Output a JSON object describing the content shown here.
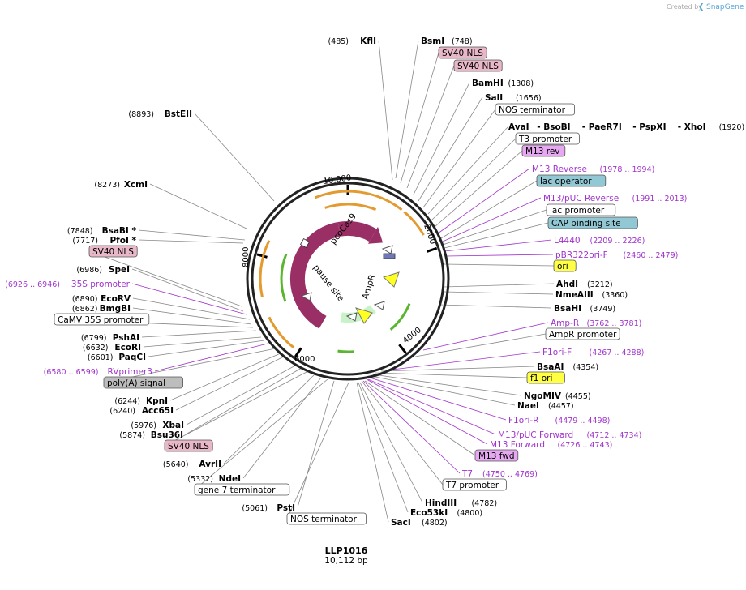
{
  "credit": {
    "prefix": "Created by",
    "brand": "SnapGene"
  },
  "map": {
    "name": "LLP1016",
    "length_label": "10,112 bp"
  },
  "ring_ticks": [
    "10,000",
    "2000",
    "4000",
    "6000",
    "8000"
  ],
  "inner_features": [
    "pcoCas9",
    "pause site",
    "AmpR"
  ],
  "labels": [
    {
      "kind": "enzyme",
      "name": "KflI",
      "pos": "(485)",
      "side": "left"
    },
    {
      "kind": "enzyme",
      "name": "BsmI",
      "pos": "(748)",
      "side": "right"
    },
    {
      "kind": "feature",
      "name": "SV40 NLS",
      "color": "#e8b7c8"
    },
    {
      "kind": "feature",
      "name": "SV40 NLS",
      "color": "#e8b7c8"
    },
    {
      "kind": "enzyme",
      "name": "BamHI",
      "pos": "(1308)",
      "side": "right"
    },
    {
      "kind": "enzyme",
      "name": "SalI",
      "pos": "(1656)",
      "side": "right"
    },
    {
      "kind": "feature",
      "name": "NOS terminator",
      "color": "#ffffff"
    },
    {
      "kind": "enzyme_group",
      "names": [
        "AvaI",
        "- BsoBI",
        "- PaeR7I",
        "- PspXI",
        "- XhoI"
      ],
      "pos": "(1920)"
    },
    {
      "kind": "feature",
      "name": "T3 promoter",
      "color": "#ffffff"
    },
    {
      "kind": "feature",
      "name": "M13 rev",
      "color": "#e6a8f0"
    },
    {
      "kind": "primer",
      "name": "M13 Reverse",
      "pos": "(1978 .. 1994)"
    },
    {
      "kind": "feature",
      "name": "lac operator",
      "color": "#92c8d4"
    },
    {
      "kind": "primer",
      "name": "M13/pUC Reverse",
      "pos": "(1991 .. 2013)"
    },
    {
      "kind": "feature",
      "name": "lac promoter",
      "color": "#ffffff"
    },
    {
      "kind": "feature",
      "name": "CAP binding site",
      "color": "#92c8d4"
    },
    {
      "kind": "primer",
      "name": "L4440",
      "pos": "(2209 .. 2226)"
    },
    {
      "kind": "primer",
      "name": "pBR322ori-F",
      "pos": "(2460 .. 2479)"
    },
    {
      "kind": "feature",
      "name": "ori",
      "color": "#ffff44"
    },
    {
      "kind": "enzyme",
      "name": "AhdI",
      "pos": "(3212)",
      "side": "right"
    },
    {
      "kind": "enzyme",
      "name": "NmeAIII",
      "pos": "(3360)",
      "side": "right"
    },
    {
      "kind": "enzyme",
      "name": "BsaHI",
      "pos": "(3749)",
      "side": "right"
    },
    {
      "kind": "primer",
      "name": "Amp-R",
      "pos": "(3762 .. 3781)"
    },
    {
      "kind": "feature",
      "name": "AmpR promoter",
      "color": "#ffffff"
    },
    {
      "kind": "primer",
      "name": "F1ori-F",
      "pos": "(4267 .. 4288)"
    },
    {
      "kind": "enzyme",
      "name": "BsaAI",
      "pos": "(4354)",
      "side": "right"
    },
    {
      "kind": "feature",
      "name": "f1 ori",
      "color": "#ffff44"
    },
    {
      "kind": "enzyme",
      "name": "NgoMIV",
      "pos": "(4455)",
      "side": "right"
    },
    {
      "kind": "enzyme",
      "name": "NaeI",
      "pos": "(4457)",
      "side": "right"
    },
    {
      "kind": "primer",
      "name": "F1ori-R",
      "pos": "(4479 .. 4498)"
    },
    {
      "kind": "primer",
      "name": "M13/pUC Forward",
      "pos": "(4712 .. 4734)"
    },
    {
      "kind": "primer",
      "name": "M13 Forward",
      "pos": "(4726 .. 4743)"
    },
    {
      "kind": "feature",
      "name": "M13 fwd",
      "color": "#e6a8f0"
    },
    {
      "kind": "primer",
      "name": "T7",
      "pos": "(4750 .. 4769)"
    },
    {
      "kind": "feature",
      "name": "T7 promoter",
      "color": "#ffffff"
    },
    {
      "kind": "enzyme",
      "name": "HindIII",
      "pos": "(4782)",
      "side": "right"
    },
    {
      "kind": "enzyme",
      "name": "Eco53kI",
      "pos": "(4800)",
      "side": "right"
    },
    {
      "kind": "enzyme",
      "name": "SacI",
      "pos": "(4802)",
      "side": "right"
    },
    {
      "kind": "feature",
      "name": "NOS terminator",
      "color": "#ffffff"
    },
    {
      "kind": "enzyme",
      "name": "PstI",
      "pos": "(5061)",
      "side": "left"
    },
    {
      "kind": "feature",
      "name": "gene 7 terminator",
      "color": "#ffffff"
    },
    {
      "kind": "enzyme",
      "name": "NdeI",
      "pos": "(5332)",
      "side": "left"
    },
    {
      "kind": "enzyme",
      "name": "AvrII",
      "pos": "(5640)",
      "side": "left"
    },
    {
      "kind": "feature",
      "name": "SV40 NLS",
      "color": "#e8b7c8"
    },
    {
      "kind": "enzyme",
      "name": "Bsu36I",
      "pos": "(5874)",
      "side": "left"
    },
    {
      "kind": "enzyme",
      "name": "XbaI",
      "pos": "(5976)",
      "side": "left"
    },
    {
      "kind": "enzyme",
      "name": "Acc65I",
      "pos": "(6240)",
      "side": "left"
    },
    {
      "kind": "enzyme",
      "name": "KpnI",
      "pos": "(6244)",
      "side": "left"
    },
    {
      "kind": "feature",
      "name": "poly(A) signal",
      "color": "#bdbdbd"
    },
    {
      "kind": "primer",
      "name": "RVprimer3",
      "pos": "(6580 .. 6599)"
    },
    {
      "kind": "enzyme",
      "name": "PaqCI",
      "pos": "(6601)",
      "side": "left"
    },
    {
      "kind": "enzyme",
      "name": "EcoRI",
      "pos": "(6632)",
      "side": "left"
    },
    {
      "kind": "enzyme",
      "name": "PshAI",
      "pos": "(6799)",
      "side": "left"
    },
    {
      "kind": "feature",
      "name": "CaMV 35S promoter",
      "color": "#ffffff"
    },
    {
      "kind": "enzyme",
      "name": "BmgBI",
      "pos": "(6862)",
      "side": "left"
    },
    {
      "kind": "enzyme",
      "name": "EcoRV",
      "pos": "(6890)",
      "side": "left"
    },
    {
      "kind": "primer",
      "name": "35S promoter",
      "pos": "(6926 .. 6946)"
    },
    {
      "kind": "enzyme",
      "name": "SpeI",
      "pos": "(6986)",
      "side": "left"
    },
    {
      "kind": "feature",
      "name": "SV40 NLS",
      "color": "#e8b7c8"
    },
    {
      "kind": "enzyme",
      "name": "PfoI *",
      "pos": "(7717)",
      "side": "left"
    },
    {
      "kind": "enzyme",
      "name": "BsaBI *",
      "pos": "(7848)",
      "side": "left"
    },
    {
      "kind": "enzyme",
      "name": "XcmI",
      "pos": "(8273)",
      "side": "left"
    },
    {
      "kind": "enzyme",
      "name": "BstEII",
      "pos": "(8893)",
      "side": "left"
    }
  ]
}
